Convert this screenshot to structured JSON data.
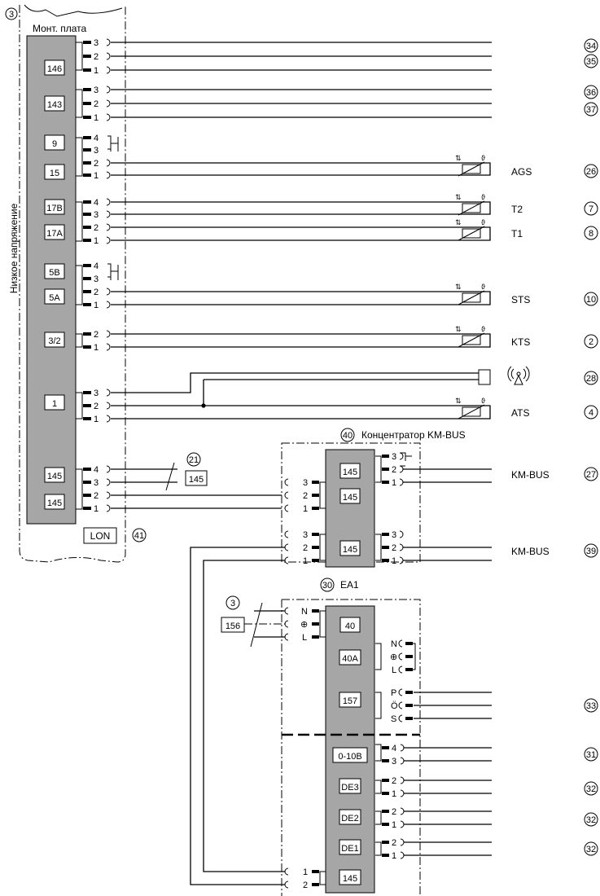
{
  "board": {
    "marker": "3",
    "title": "Монт. плата",
    "side_label": "Низкое напряжение",
    "lon_label": "LON",
    "lon_marker": "41"
  },
  "connectors": {
    "c146": "146",
    "c143": "143",
    "c9": "9",
    "c15": "15",
    "c17b": "17B",
    "c17a": "17A",
    "c5b": "5B",
    "c5a": "5A",
    "c32": "3/2",
    "c1": "1",
    "c145a": "145",
    "c145b": "145"
  },
  "pins": {
    "p1": "1",
    "p2": "2",
    "p3": "3",
    "p4": "4",
    "n": "N",
    "pe": "⊕",
    "l": "L",
    "p": "P",
    "o": "Ö",
    "s": "S"
  },
  "outputs": {
    "o34": "34",
    "o35": "35",
    "o36": "36",
    "o37": "37",
    "ags_label": "AGS",
    "ags_num": "26",
    "t2_label": "T2",
    "t2_num": "7",
    "t1_label": "T1",
    "t1_num": "8",
    "sts_label": "STS",
    "sts_num": "10",
    "kts_label": "KTS",
    "kts_num": "2",
    "radio_num": "28",
    "ats_label": "ATS",
    "ats_num": "4",
    "kmbus1_label": "KM-BUS",
    "kmbus1_num": "27",
    "kmbus2_label": "KM-BUS",
    "kmbus2_num": "39",
    "o33": "33",
    "o31": "31",
    "o32": "32"
  },
  "cable21": {
    "marker": "21",
    "box": "145"
  },
  "concentrator": {
    "marker": "40",
    "title": "Концентратор KM-BUS",
    "c1": "145",
    "c2": "145",
    "c3": "145"
  },
  "ea1": {
    "marker": "30",
    "title": "EA1",
    "c40": "40",
    "c40a": "40A",
    "c157": "157",
    "c010": "0-10B",
    "de3": "DE3",
    "de2": "DE2",
    "de1": "DE1",
    "c145": "145"
  },
  "mains": {
    "marker": "3",
    "box": "156"
  }
}
